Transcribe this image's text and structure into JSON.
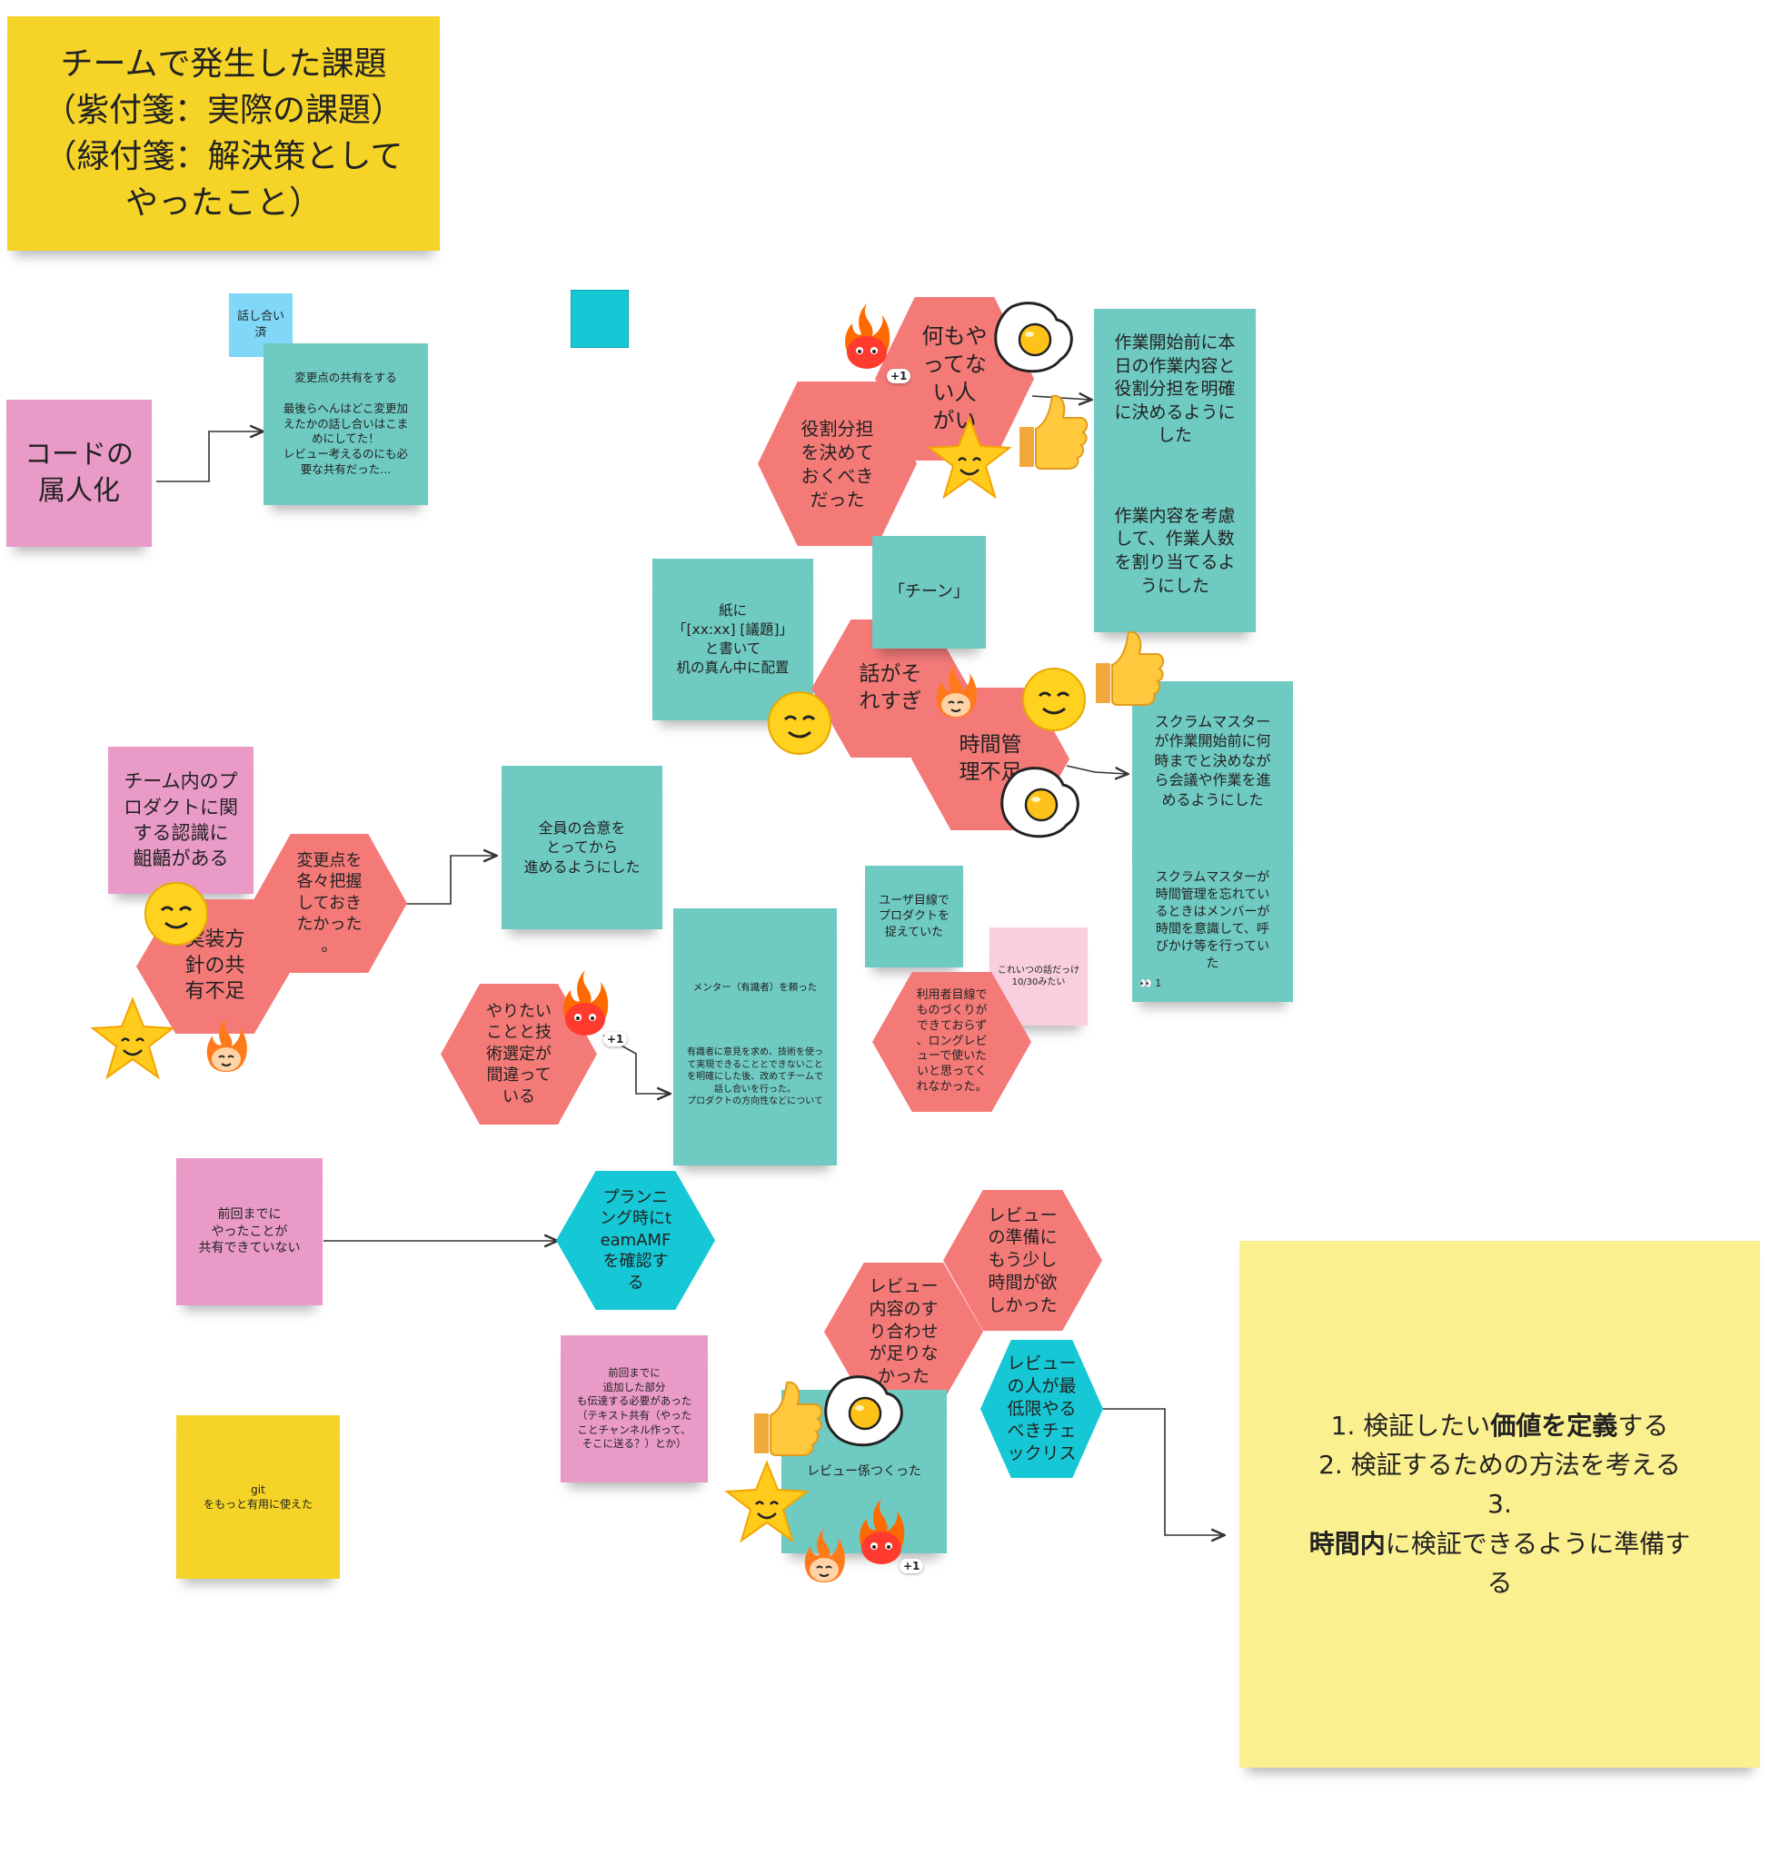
{
  "title_note": "チームで発生した課題\n（紫付箋：実際の課題）\n（緑付箋：解決策として\nやったこと）",
  "notes": {
    "hanashiai": "話し合い\n済",
    "code_zokujin": "コードの\n属人化",
    "henkou_kyouyu": "変更点の共有をする\n\n最後らへんはどこ変更加\nえたかの話し合いはこま\nめにしてた！\nレビュー考えるのにも必\n要な共有だった...",
    "sagyou_kaishi": "作業開始前に本\n日の作業内容と\n役割分担を明確\nに決めるように\nした",
    "sagyou_naiyou": "作業内容を考慮\nして、作業人数\nを割り当てるよ\nうにした",
    "kami": "紙に\n「[xx:xx] [議題]」\nと書いて\n机の真ん中に配置",
    "chiin": "「チーン」",
    "scrum1": "スクラムマスター\nが作業開始前に何\n時までと決めなが\nら会議や作業を進\nめるようにした",
    "scrum2": "スクラムマスターが\n時間管理を忘れてい\nるときはメンバーが\n時間を意識して、呼\nびかけ等を行ってい\nた",
    "scrum2_reaction": "👀 1",
    "team_ninshiki": "チーム内のプ\nロダクトに関\nする認識に\n齟齬がある",
    "zenin": "全員の合意を\nとってから\n進めるようにした",
    "user_mesen": "ユーザ目線で\nプロダクトを\n捉えていた",
    "koreitsu": "これいつの話だっけ\n10/30みたい",
    "mentor_top": "メンター（有識者）を頼った",
    "mentor_body": "有識者に意見を求め、技術を使っ\nて実現できることとできないこと\nを明確にした後、改めてチームで\n話し合いを行った。\nプロダクトの方向性などについて",
    "zenkai1": "前回までに\nやったことが\n共有できていない",
    "zenkai2": "前回までに\n追加した部分\nも伝達する必要があった\n（テキスト共有（やった\nことチャンネル作って、\nそこに送る？）とか）",
    "git": "git\nをもっと有用に使えた",
    "review_gakari": "レビュー係つくった",
    "summary_html": "1. 検証したい<b>価値を定義</b>する<br>2. 検証するための方法を考える<br>3.<br><b>時間内</b>に検証できるように準備す<br>る"
  },
  "hexes": {
    "nanimo": "何もや\nってな\nい人\nがい",
    "yakuwari": "役割分担\nを決めて\nおくべき\nだった",
    "hanashi_sore": "話がそ\nれすぎ",
    "jikan_kanri": "時間管\n理不足",
    "henkouten": "変更点を\n各々把握\nしておき\nたかった\n。",
    "jissou": "実装方\n針の共\n有不足",
    "yaritai": "やりたい\nことと技\n術選定が\n間違って\nいる",
    "riyousha": "利用者目線で\nものづくりが\nできておらず\n、ロングレビ\nューで使いた\nいと思ってく\nれなかった。",
    "planning": "プランニ\nング時にt\neamAMF\nを確認す\nる",
    "review_junbi": "レビュー\nの準備に\nもう少し\n時間が欲\nしかった",
    "review_naiyou": "レビュー\n内容のす\nり合わせ\nが足りな\nかった",
    "review_hito": "レビュー\nの人が最\n低限やる\nべきチェ\nックリス"
  },
  "badges": [
    "+1",
    "+1",
    "+1"
  ],
  "colors": {
    "teal": "#6fcac1",
    "red_hex": "#f47a78",
    "cyan_hex": "#16c8d5",
    "pink": "#e99ac7",
    "yellow": "#f5d327",
    "pale_yellow": "#fbf08f",
    "blue": "#80d7f8"
  }
}
